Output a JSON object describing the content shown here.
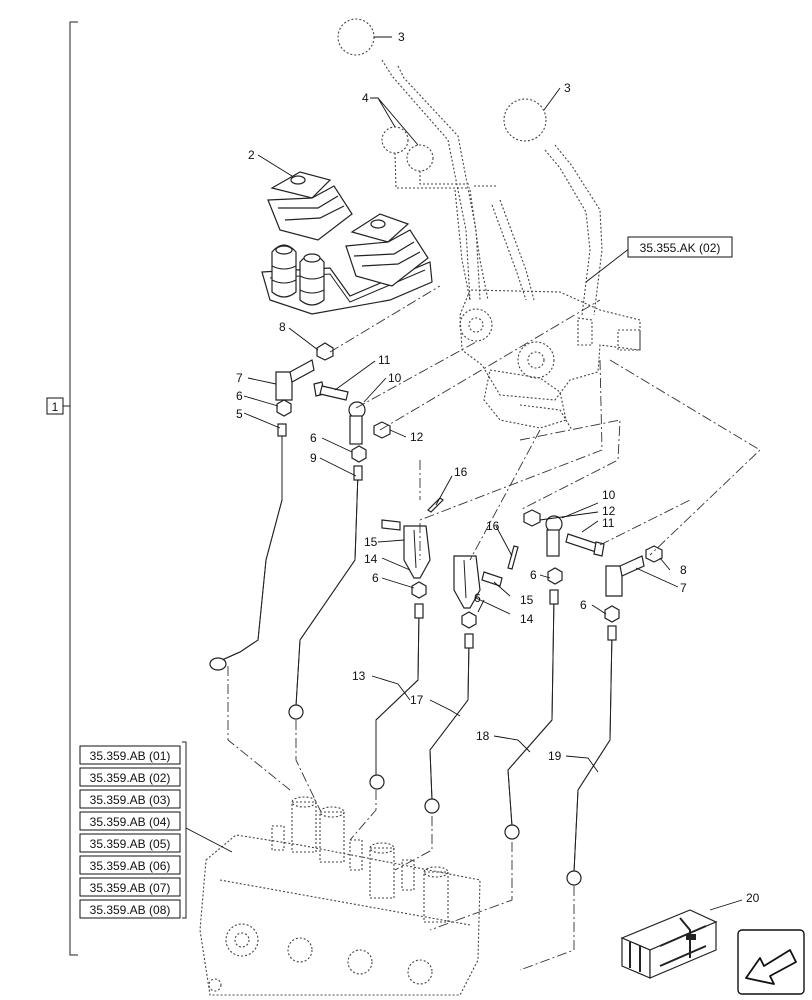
{
  "group_label": "1",
  "callouts": {
    "c2": "2",
    "c3a": "3",
    "c3b": "3",
    "c4": "4",
    "c5": "5",
    "c6a": "6",
    "c6b": "6",
    "c6c": "6",
    "c6d": "6",
    "c6e": "6",
    "c6f": "6",
    "c7a": "7",
    "c7b": "7",
    "c8a": "8",
    "c8b": "8",
    "c9": "9",
    "c10a": "10",
    "c10b": "10",
    "c11a": "11",
    "c11b": "11",
    "c12a": "12",
    "c12b": "12",
    "c13": "13",
    "c14a": "14",
    "c14b": "14",
    "c15a": "15",
    "c15b": "15",
    "c16a": "16",
    "c16b": "16",
    "c17": "17",
    "c18": "18",
    "c19": "19",
    "c20": "20"
  },
  "top_reference": "35.355.AK (02)",
  "valve_references": [
    "35.359.AB (01)",
    "35.359.AB (02)",
    "35.359.AB (03)",
    "35.359.AB (04)",
    "35.359.AB (05)",
    "35.359.AB (06)",
    "35.359.AB (07)",
    "35.359.AB (08)"
  ],
  "icons": {
    "kit": "kit-box-icon",
    "navigation": "navigation-arrow-icon"
  }
}
